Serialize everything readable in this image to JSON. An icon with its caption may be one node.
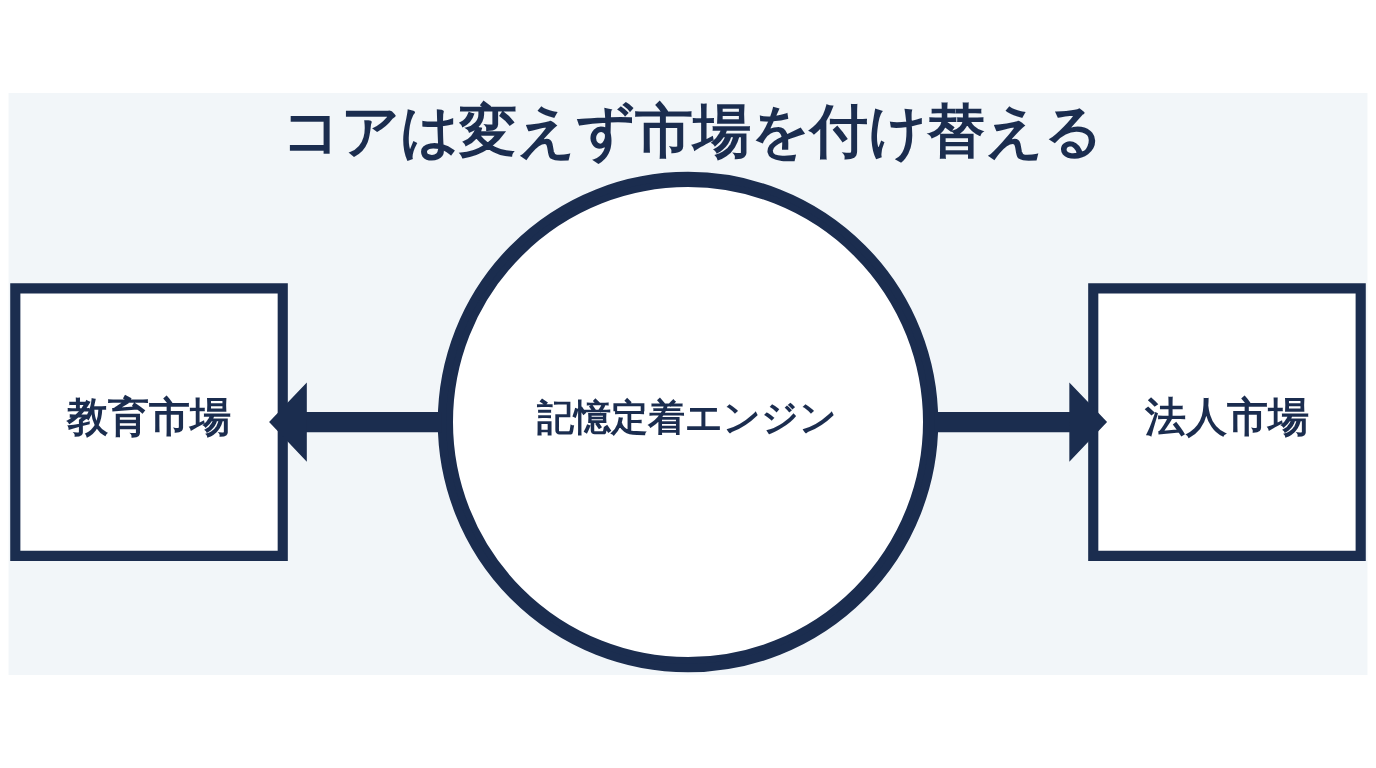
{
  "diagram": {
    "title": "コアは変えず市場を付け替える",
    "nodes": [
      {
        "text": [
          "教育市場"
        ]
      },
      {
        "text": [
          "記憶定着エンジン"
        ]
      },
      {
        "text": [
          "法人市場"
        ]
      }
    ],
    "edges": [
      {
        "from": 1,
        "to": 0,
        "arrow": "to"
      },
      {
        "from": 1,
        "to": 2,
        "arrow": "to"
      }
    ]
  }
}
